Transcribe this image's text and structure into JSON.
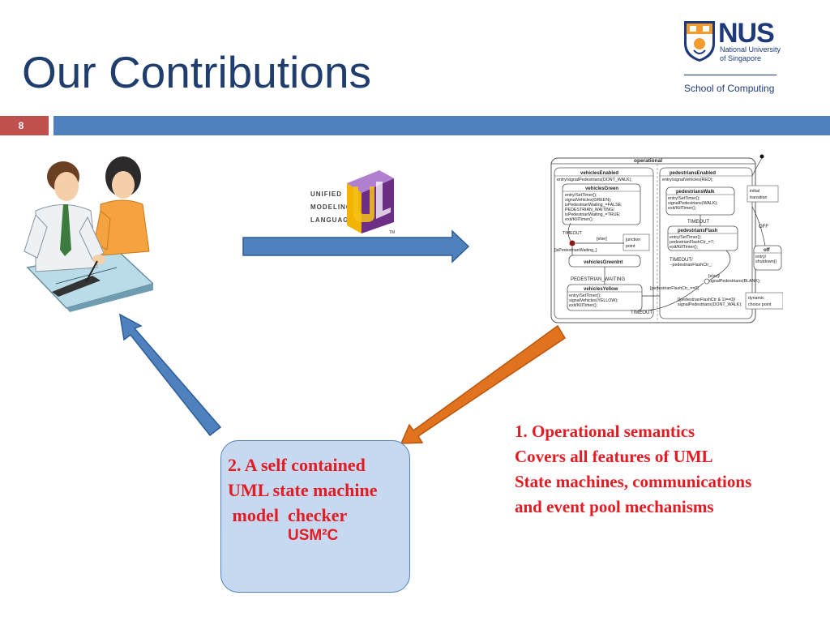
{
  "slide": {
    "title": "Our Contributions",
    "page_number": "8"
  },
  "logo": {
    "name": "NUS",
    "subtitle_line1": "National University",
    "subtitle_line2": "of Singapore",
    "school": "School of Computing"
  },
  "uml_logo": {
    "line1": "UNIFIED",
    "line2": "MODELING",
    "line3": "LANGUAGE",
    "trademark": "TM"
  },
  "checker_box": {
    "line1": "2. A self contained",
    "line2": "UML state machine",
    "line3": " model  checker",
    "tool_name": "USM²C"
  },
  "contributions": {
    "line1": "1. Operational semantics",
    "line2": "Covers all features of UML",
    "line3": "State machines, communications",
    "line4": "and event pool mechanisms"
  },
  "diagram": {
    "operational": "operational",
    "vehiclesEnabled": "vehiclesEnabled",
    "vehiclesEnabled_entry": "entry/signalPedestrians(DONT_WALK);",
    "vehiclesGreen": "vehiclesGreen",
    "vehiclesGreen_l1": "entry/SetTimer();",
    "vehiclesGreen_l2": "  signalVehicles(GREEN);",
    "vehiclesGreen_l3": "  isPedestrianWaiting_=FALSE;",
    "vehiclesGreen_l4": "PEDESTRIAN_WAITING/",
    "vehiclesGreen_l5": "  isPedestrianWaiting_=TRUE;",
    "vehiclesGreen_l6": "exit/KillTimer();",
    "timeout": "TIMEOUT",
    "else": "[else]",
    "isPedWaiting": "[isPedestrianWaiting_]",
    "junction": "junction",
    "point": "point",
    "vehiclesGreenInt": "vehiclesGreenInt",
    "pedestrian_waiting": "PEDESTRIAN_WAITING",
    "vehiclesYellow": "vehiclesYellow",
    "vehiclesYellow_l1": "entry/SetTimer();",
    "vehiclesYellow_l2": "  signalVehicles(YELLOW);",
    "vehiclesYellow_l3": "exit/KillTimer();",
    "pedestriansEnabled": "pedestriansEnabled",
    "pedestriansEnabled_entry": "entry/signalVehicles(RED);",
    "pedestriansWalk": "pedestriansWalk",
    "pedestriansWalk_l1": "entry/SetTimer();",
    "pedestriansWalk_l2": "  signalPedestrians(WALK);",
    "pedestriansWalk_l3": "exit/KillTimer();",
    "pedestriansFlash": "pedestriansFlash",
    "pedestriansFlash_l1": "entry/SetTimer();",
    "pedestriansFlash_l2": "  pedestrianFlashCtr_=7;",
    "pedestriansFlash_l3": "exit/KillTimer();",
    "timeout_slash": "TIMEOUT/",
    "flashctr_dec": "--pedestrianFlashCtr_;",
    "else2": "[else]/",
    "signal_blank": "signalPedestrians(BLANK);",
    "flashctr_zero": "[pedestrianFlashCtr_==0]",
    "flashctr_odd": "[(pedestrianFlashCtr & 1)==0]/",
    "signal_dontwalk": "signalPedestrians(DONT_WALK);",
    "initial": "initial",
    "transition": "transition",
    "off_event": "OFF",
    "off_state": "off",
    "off_entry1": "entry/",
    "off_entry2": "shutdown()",
    "dynamic": "dynamic",
    "choice_point": "choice point",
    "timeout_bottom": "TIMEOUT"
  }
}
